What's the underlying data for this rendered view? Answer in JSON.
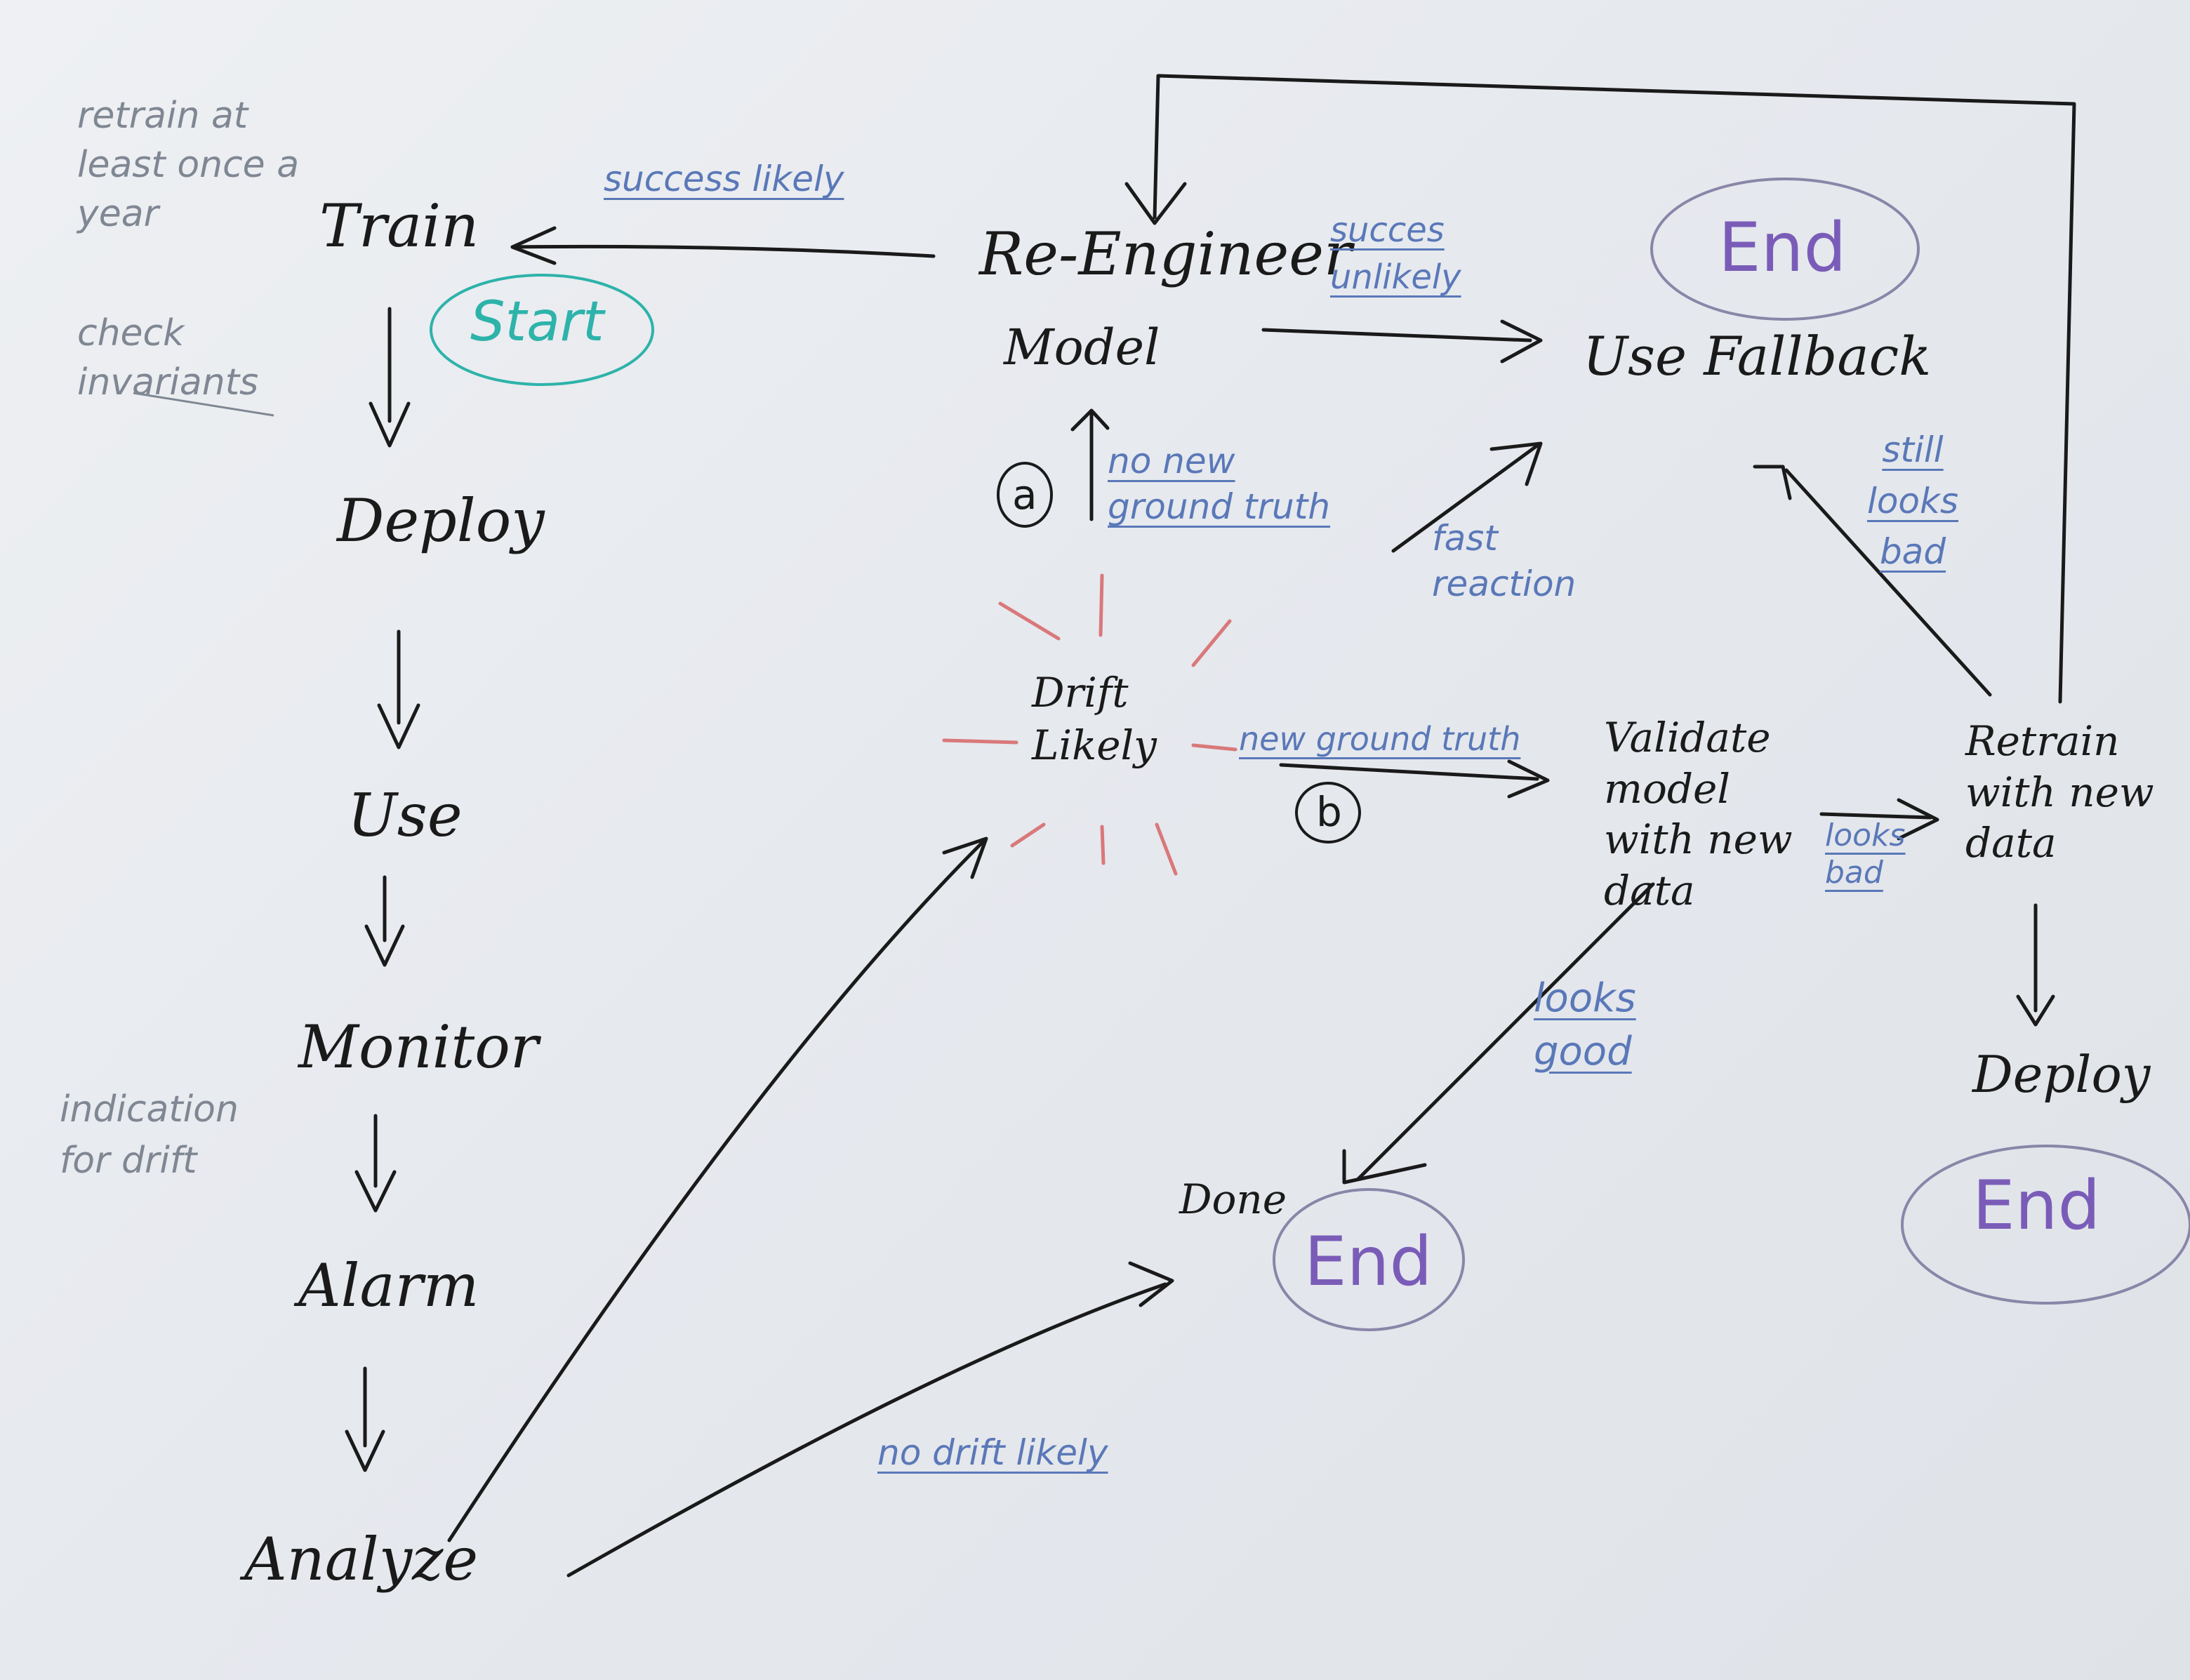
{
  "nodes": {
    "train": "Train",
    "start_badge": "Start",
    "deploy": "Deploy",
    "use": "Use",
    "monitor": "Monitor",
    "alarm": "Alarm",
    "analyze": "Analyze",
    "reengineer": "Re-Engineer",
    "model": "Model",
    "use_fallback": "Use Fallback",
    "drift_likely": "Drift Likely",
    "validate": "Validate model with new data",
    "retrain": "Retrain with new data",
    "deploy_right": "Deploy",
    "done": "Done",
    "end_label": "End"
  },
  "notes": {
    "retrain_once": "retrain at least once a year",
    "check_invariants": "check invariants",
    "indication_drift": "indication for drift"
  },
  "edges": {
    "success_likely": "success likely",
    "success_unlikely": "succes unlikely",
    "no_new_ground_truth": "no new ground truth",
    "fast_reaction": "fast reaction",
    "new_ground_truth": "new ground truth",
    "looks_bad": "looks bad",
    "looks_good": "looks good",
    "still_looks_bad": "still looks bad",
    "no_drift_likely": "no drift likely",
    "marker_a": "a",
    "marker_b": "b"
  },
  "colors": {
    "ink": "#1a1a1a",
    "blue_marker": "#5a78b8",
    "grey_marker": "#7f8793",
    "purple_marker": "#7a5cb8",
    "teal_marker": "#2db3aa",
    "red_marker": "#d9787a"
  }
}
